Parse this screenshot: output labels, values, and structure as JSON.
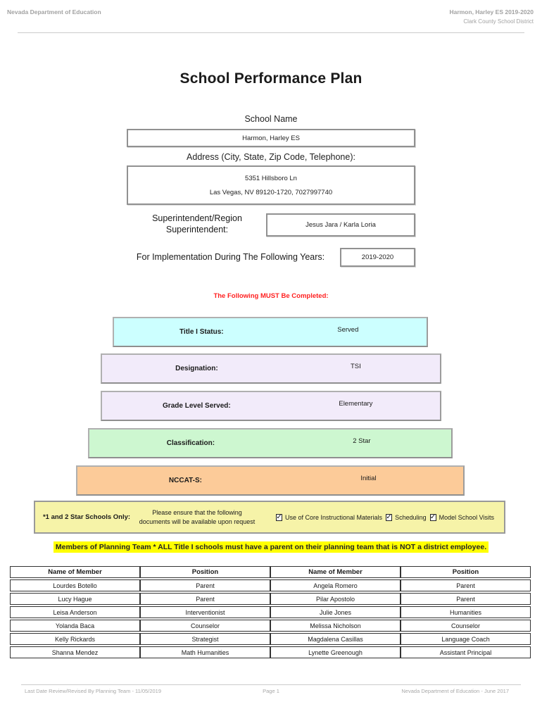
{
  "header": {
    "left": "Nevada Department of Education",
    "right_line1": "Harmon, Harley ES  2019-2020",
    "right_line2": "Clark County School District"
  },
  "title": "School Performance Plan",
  "form": {
    "school_name_label": "School Name",
    "school_name_value": "Harmon, Harley ES",
    "address_label": "Address (City, State, Zip Code, Telephone):",
    "address_line1": "5351 Hillsboro Ln",
    "address_line2": "Las Vegas, NV  89120-1720, 7027997740",
    "superintendent_label": "Superintendent/Region Superintendent:",
    "superintendent_value": "Jesus Jara / Karla Loria",
    "implementation_label": "For Implementation During The Following Years:",
    "implementation_value": "2019-2020"
  },
  "must_complete_notice": "The Following MUST Be Completed:",
  "status_rows": [
    {
      "label": "Title I Status:",
      "value": "Served",
      "bg": "#ccffff"
    },
    {
      "label": "Designation:",
      "value": "TSI",
      "bg": "#f2ebfa"
    },
    {
      "label": "Grade Level Served:",
      "value": "Elementary",
      "bg": "#f2ebfa"
    },
    {
      "label": "Classification:",
      "value": "2 Star",
      "bg": "#cdf7d0"
    },
    {
      "label": "NCCAT-S:",
      "value": "Initial",
      "bg": "#fccb99"
    }
  ],
  "star_schools_box": {
    "bg": "#f6f3a8",
    "label": "*1 and 2 Star Schools Only:",
    "note": "Please ensure that the following documents will be available upon request",
    "check_glyph": "✓",
    "checkboxes": [
      {
        "label": "Use of Core Instructional Materials",
        "checked": true
      },
      {
        "label": "Scheduling",
        "checked": true
      },
      {
        "label": "Model School Visits",
        "checked": true
      }
    ]
  },
  "planning_team_notice": {
    "text": "Members of Planning Team * ALL Title I schools must have a parent on their planning team that is NOT a district employee.",
    "highlight": "#ffff00"
  },
  "members_table": {
    "headers": [
      "Name of Member",
      "Position",
      "Name of Member",
      "Position"
    ],
    "rows": [
      [
        "Lourdes Botello",
        "Parent",
        "Angela Romero",
        "Parent"
      ],
      [
        "Lucy Hague",
        "Parent",
        "Pilar Apostolo",
        "Parent"
      ],
      [
        "Leisa Anderson",
        "Interventionist",
        "Julie Jones",
        "Humanities"
      ],
      [
        "Yolanda Baca",
        "Counselor",
        "Melissa Nicholson",
        "Counselor"
      ],
      [
        "Kelly Rickards",
        "Strategist",
        "Magdalena Casillas",
        "Language Coach"
      ],
      [
        "Shanna Mendez",
        "Math Humanities",
        "Lynette Greenough",
        "Assistant Principal"
      ]
    ]
  },
  "footer": {
    "left": "Last Date Review/Revised By Planning Team - 11/05/2019",
    "center": "Page 1",
    "right": "Nevada Department of Education - June 2017"
  }
}
